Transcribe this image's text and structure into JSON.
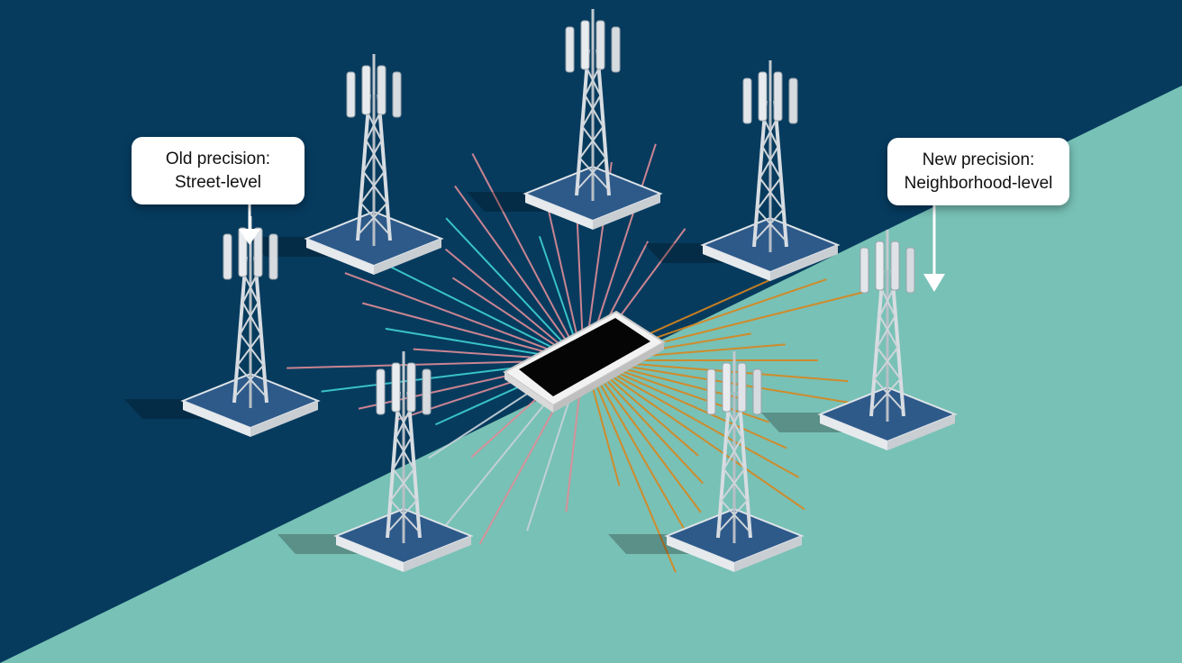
{
  "callouts": {
    "old": {
      "line1": "Old precision:",
      "line2": "Street-level"
    },
    "new": {
      "line1": "New precision:",
      "line2": "Neighborhood-level"
    }
  },
  "colors": {
    "background_dark": "#063b5e",
    "background_light": "#78c1b6",
    "tower_base": "#2e5a8a",
    "tower_metal": "#d8dde2",
    "signal_pink": "#e08c97",
    "signal_cyan": "#3fd1d4",
    "signal_orange": "#d9861e",
    "signal_gray": "#c9d3da",
    "phone_body": "#f2f2f2",
    "phone_screen": "#050505"
  },
  "icons": {
    "towers": "cell-tower-icon",
    "phone": "smartphone-icon",
    "arrows": "arrow-down-icon"
  }
}
